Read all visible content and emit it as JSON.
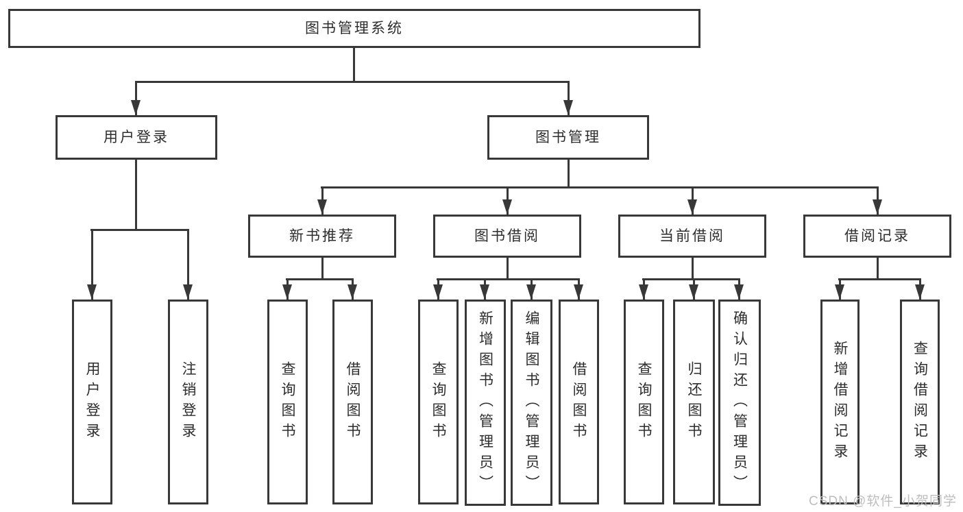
{
  "tree": {
    "label": "图书管理系统",
    "children": [
      {
        "label": "用户登录",
        "children": [
          {
            "label": "用户登录"
          },
          {
            "label": "注销登录"
          }
        ]
      },
      {
        "label": "图书管理",
        "children": [
          {
            "label": "新书推荐",
            "children": [
              {
                "label": "查询图书"
              },
              {
                "label": "借阅图书"
              }
            ]
          },
          {
            "label": "图书借阅",
            "children": [
              {
                "label": "查询图书"
              },
              {
                "label": "新增图书（管理员）"
              },
              {
                "label": "编辑图书（管理员）"
              },
              {
                "label": "借阅图书"
              }
            ]
          },
          {
            "label": "当前借阅",
            "children": [
              {
                "label": "查询图书"
              },
              {
                "label": "归还图书"
              },
              {
                "label": "确认归还（管理员）"
              }
            ]
          },
          {
            "label": "借阅记录",
            "children": [
              {
                "label": "新增借阅记录"
              },
              {
                "label": "查询借阅记录"
              }
            ]
          }
        ]
      }
    ]
  },
  "watermark": {
    "text": "CSDN @软件_小贺同学"
  },
  "colors": {
    "line": "#383838",
    "text": "#2d2d2d",
    "watermark": "#bdbdbd",
    "background": "#ffffff"
  }
}
